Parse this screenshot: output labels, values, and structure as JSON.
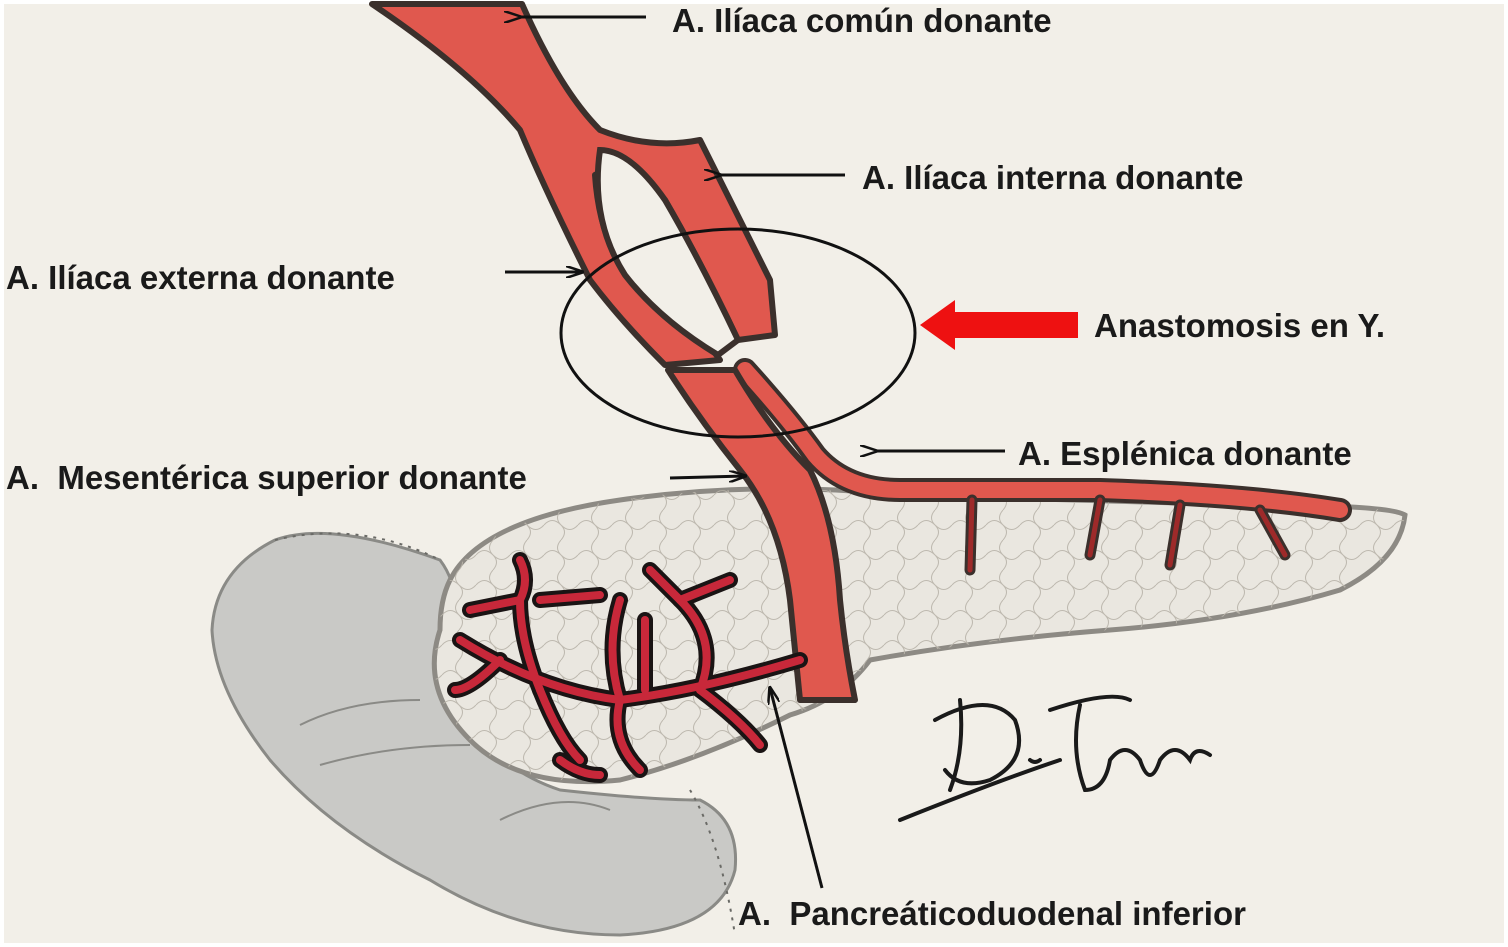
{
  "labels": {
    "common_iliac": "A. Ilíaca común donante",
    "internal_iliac": "A. Ilíaca interna donante",
    "external_iliac": "A. Ilíaca externa donante",
    "anastomosis": "Anastomosis en Y.",
    "splenic": "A. Esplénica donante",
    "superior_mesenteric": "A.  Mesentérica superior donante",
    "pancreaticoduodenal": "A.  Pancreáticoduodenal inferior"
  },
  "signature": "D. Tovar",
  "colors": {
    "paper": "#f2efe8",
    "artery": "#e0584e",
    "artery_outline": "#3b302c",
    "small_vessel": "#c8283a",
    "duodenum": "#c9c9c6",
    "pancreas": "#eae7e0",
    "pointer_arrow": "#ee1111",
    "label_text": "#1a1a1a"
  }
}
